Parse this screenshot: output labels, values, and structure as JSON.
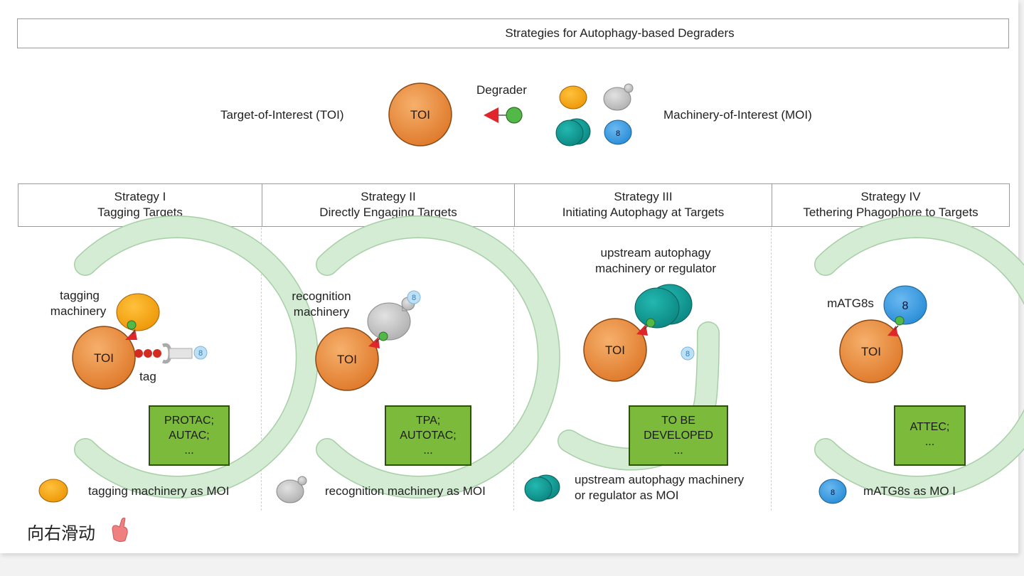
{
  "header": {
    "title": "Strategies for Autophagy-based Degraders"
  },
  "key": {
    "toi_label": "Target-of-Interest (TOI)",
    "toi_text": "TOI",
    "degrader_label": "Degrader",
    "moi_label": "Machinery-of-Interest (MOI)",
    "mark8": "8"
  },
  "strategies": [
    {
      "title": "Strategy I",
      "subtitle": "Tagging Targets",
      "lines": [
        "PROTAC;",
        "AUTAC;",
        "..."
      ],
      "label_a": "tagging",
      "label_b": "machinery",
      "label_tag": "tag",
      "legend": [
        "tagging machinery as MOI"
      ]
    },
    {
      "title": "Strategy II",
      "subtitle": "Directly Engaging Targets",
      "lines": [
        "TPA;",
        "AUTOTAC;",
        "..."
      ],
      "label_a": "recognition",
      "label_b": "machinery",
      "legend": [
        "recognition machinery as MOI"
      ]
    },
    {
      "title": "Strategy III",
      "subtitle": "Initiating Autophagy at Targets",
      "lines": [
        "TO BE",
        "DEVELOPED",
        "..."
      ],
      "label_a": "upstream autophagy",
      "label_b": "machinery or regulator",
      "legend": [
        "upstream autophagy machinery",
        "or regulator as MOI"
      ]
    },
    {
      "title": "Strategy IV",
      "subtitle": "Tethering Phagophore to Targets",
      "lines": [
        "ATTEC;",
        "..."
      ],
      "label_a": "mATG8s",
      "legend": [
        "mATG8s as MO I"
      ]
    }
  ],
  "footer": {
    "text": "向右滑动"
  },
  "colors": {
    "toi": "#ee9445",
    "toi_stroke": "#8a4a16",
    "tagging": "#f5a21a",
    "recognition": "#c7c7c7",
    "upstream": "#13a09a",
    "atg8": "#3d9de0",
    "phagophore": "#cfe8cf",
    "green_box": "#7cba3c",
    "degrader_red": "#e0262a",
    "degrader_green": "#52b848"
  }
}
